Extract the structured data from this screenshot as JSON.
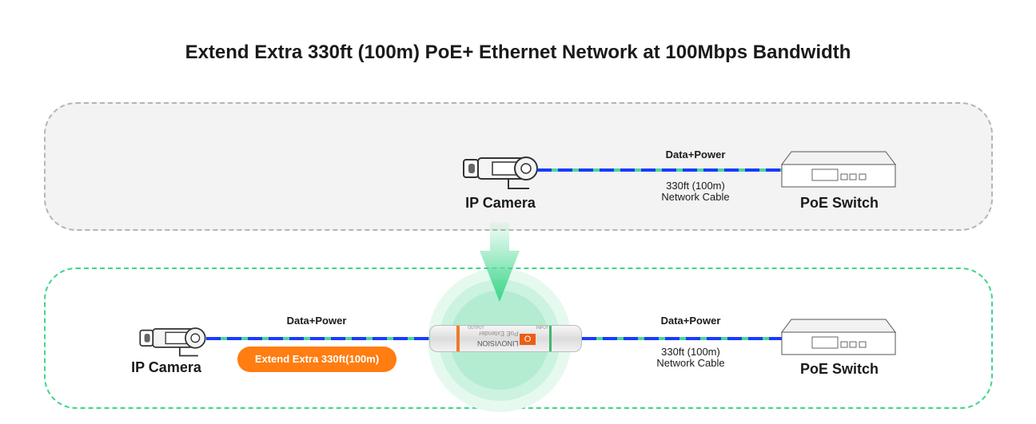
{
  "title": "Extend Extra 330ft (100m)  PoE+ Ethernet Network at 100Mbps Bandwidth",
  "top": {
    "camera_label": "IP Camera",
    "switch_label": "PoE Switch",
    "cable_top": "Data+Power",
    "cable_bottom_1": "330ft (100m)",
    "cable_bottom_2": "Network Cable"
  },
  "bottom": {
    "camera_label": "IP Camera",
    "switch_label": "PoE Switch",
    "left_cable_top": "Data+Power",
    "extend_badge": "Extend Extra 330ft(100m)",
    "right_cable_top": "Data+Power",
    "cable_bottom_1": "330ft (100m)",
    "cable_bottom_2": "Network Cable",
    "extender_brand": "LINOVISION",
    "extender_model": "PoE Extender",
    "extender_in": "INPUT",
    "extender_out": "OUTPUT",
    "extender_button": "O"
  },
  "colors": {
    "accent_green": "#3fd68c",
    "accent_orange": "#ff7d11",
    "cable_blue": "#1a3bff"
  }
}
